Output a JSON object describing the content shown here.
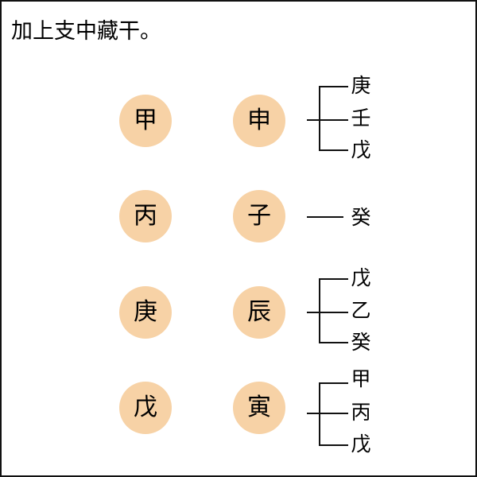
{
  "title": "加上支中藏干。",
  "colors": {
    "circle_fill": "#f7d2a6",
    "line": "#111111",
    "text": "#000000",
    "frame": "#111111"
  },
  "rows": [
    {
      "stem": "甲",
      "branch": "申",
      "hidden_stems": [
        "庚",
        "壬",
        "戊"
      ]
    },
    {
      "stem": "丙",
      "branch": "子",
      "hidden_stems": [
        "癸"
      ]
    },
    {
      "stem": "庚",
      "branch": "辰",
      "hidden_stems": [
        "戊",
        "乙",
        "癸"
      ]
    },
    {
      "stem": "戊",
      "branch": "寅",
      "hidden_stems": [
        "甲",
        "丙",
        "戊"
      ]
    }
  ]
}
